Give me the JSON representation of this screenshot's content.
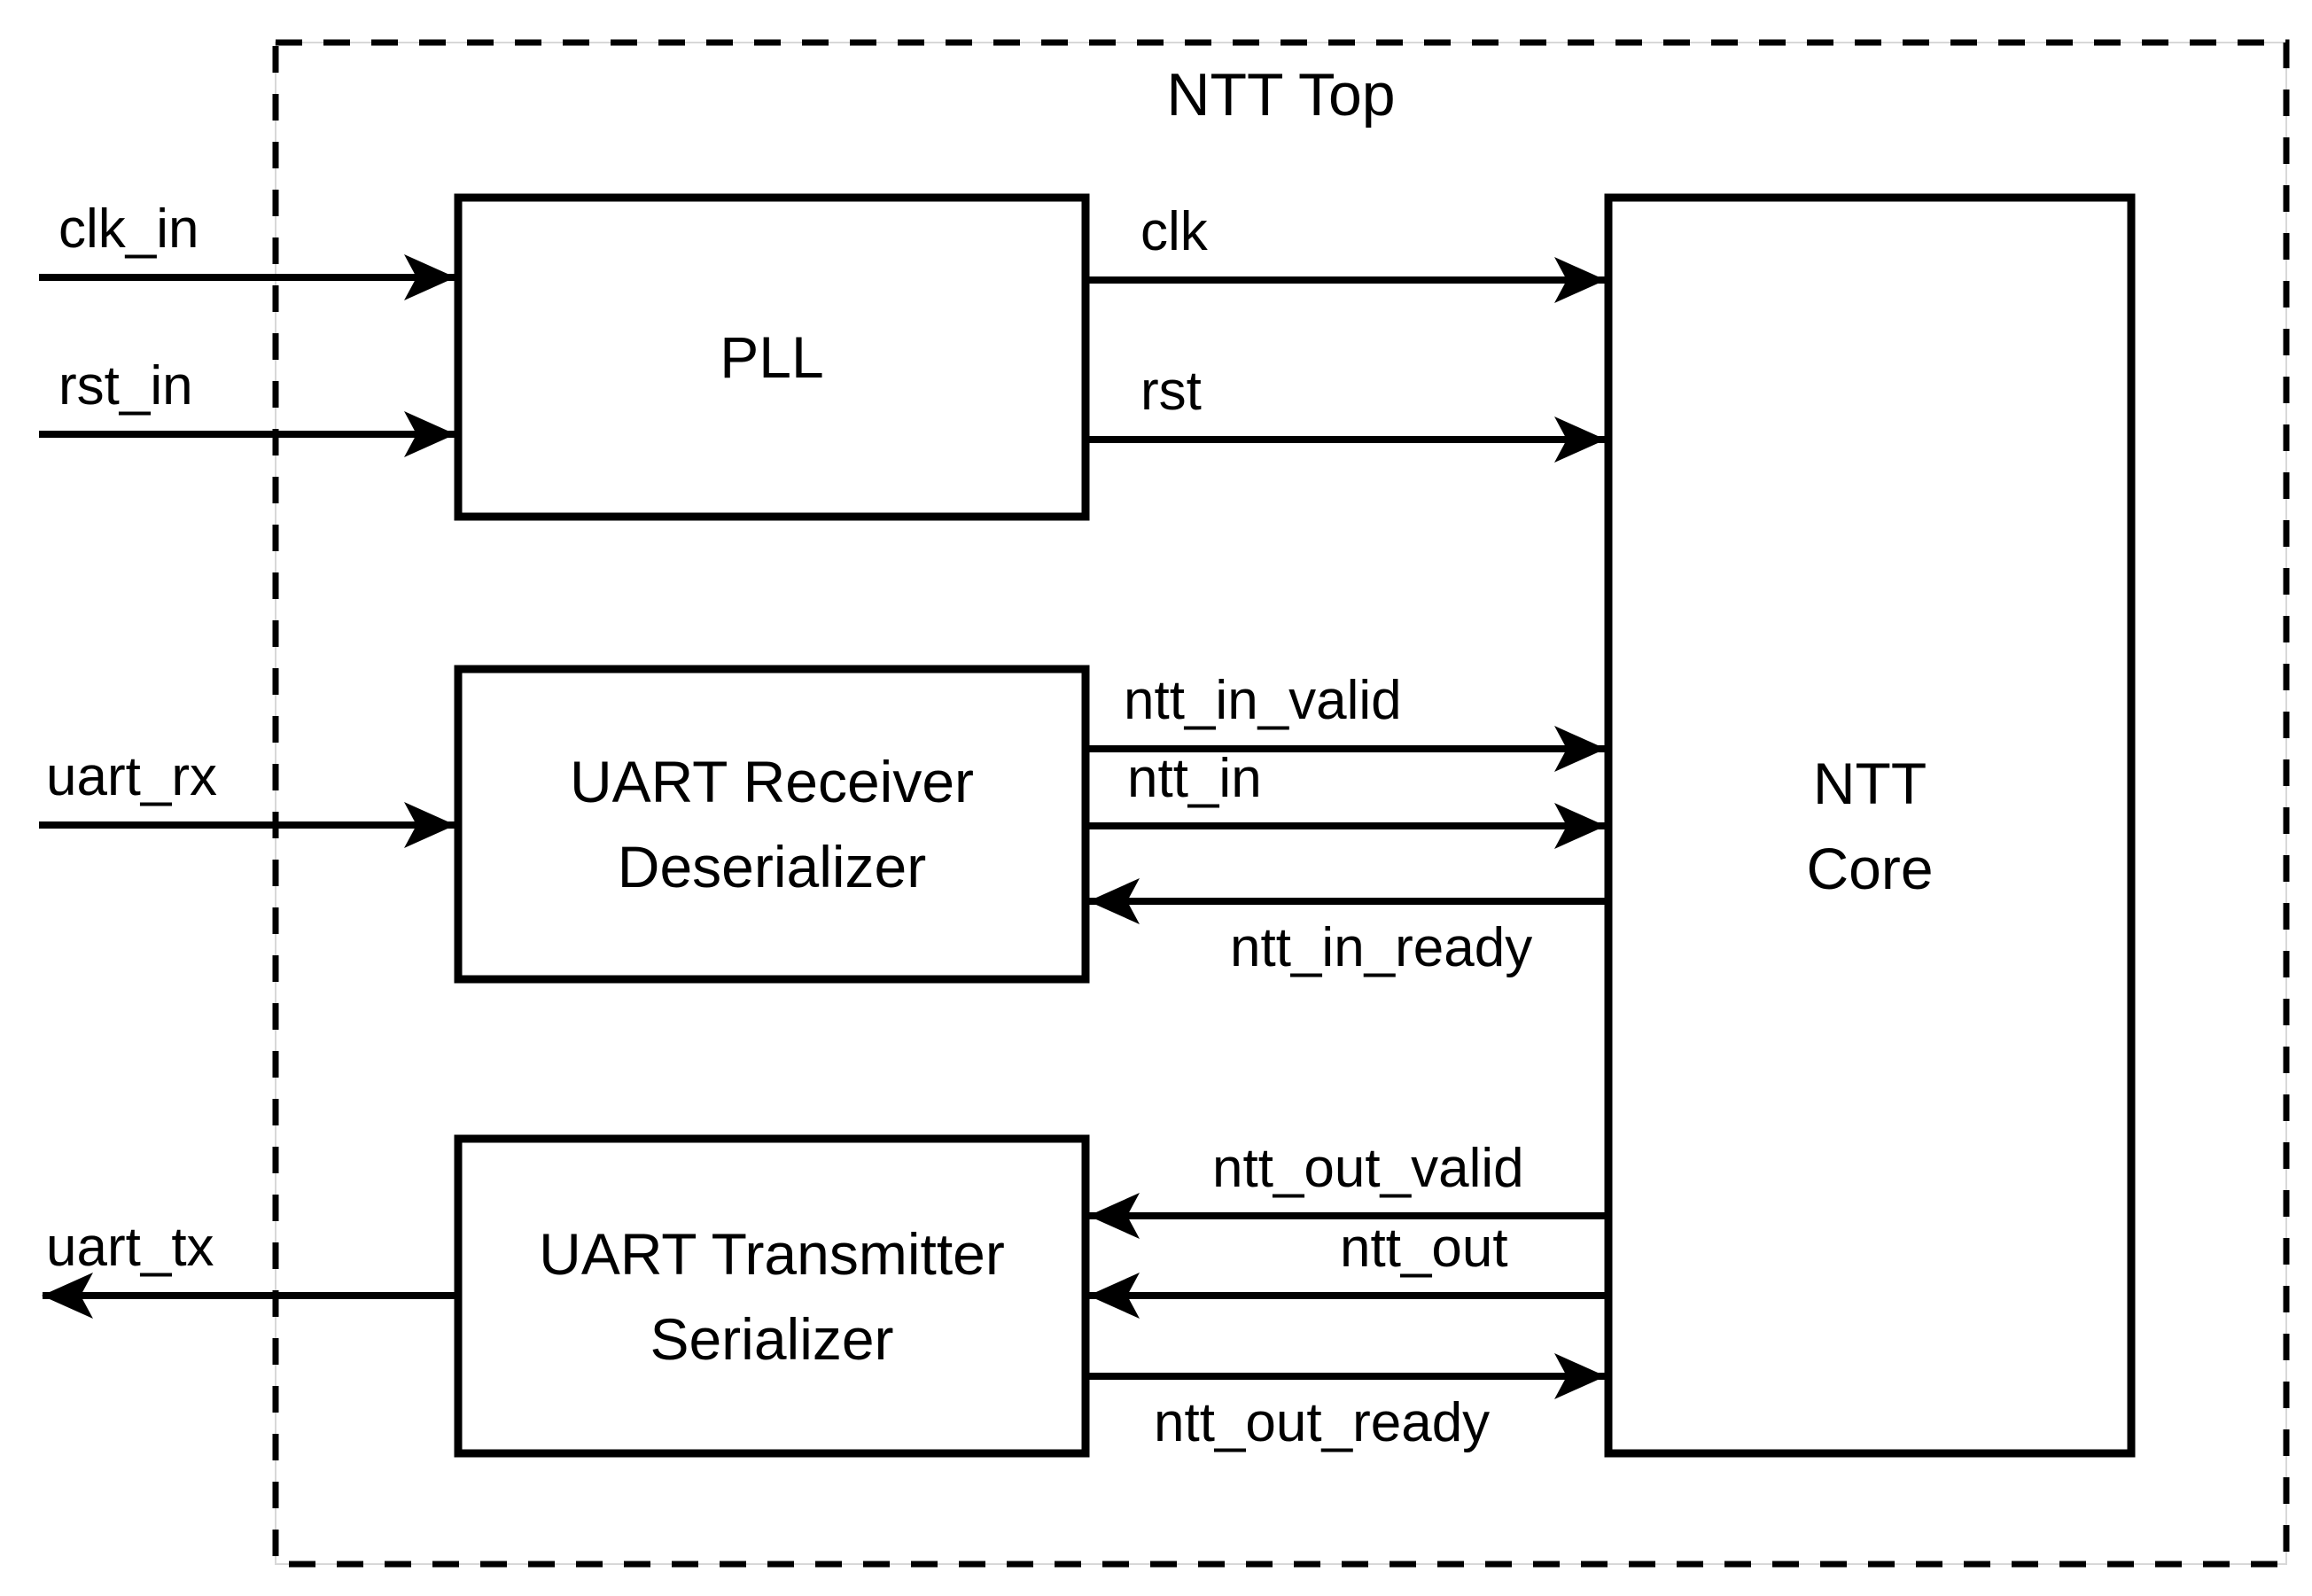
{
  "diagram": {
    "title": "NTT Top",
    "blocks": [
      {
        "id": "pll",
        "label_lines": [
          "PLL",
          ""
        ]
      },
      {
        "id": "uart-receiver",
        "label_lines": [
          "UART Receiver",
          "Deserializer"
        ]
      },
      {
        "id": "uart-transmitter",
        "label_lines": [
          "UART Transmitter",
          "Serializer"
        ]
      },
      {
        "id": "ntt-core",
        "label_lines": [
          "NTT",
          "Core"
        ]
      }
    ],
    "signals": {
      "clk_in": "clk_in",
      "rst_in": "rst_in",
      "uart_rx": "uart_rx",
      "uart_tx": "uart_tx",
      "clk": "clk",
      "rst": "rst",
      "ntt_in_valid": "ntt_in_valid",
      "ntt_in": "ntt_in",
      "ntt_in_ready": "ntt_in_ready",
      "ntt_out_valid": "ntt_out_valid",
      "ntt_out": "ntt_out",
      "ntt_out_ready": "ntt_out_ready"
    },
    "colors": {
      "line": "#000000",
      "background": "#ffffff",
      "dash_underlay": "#d8d8d8"
    }
  }
}
